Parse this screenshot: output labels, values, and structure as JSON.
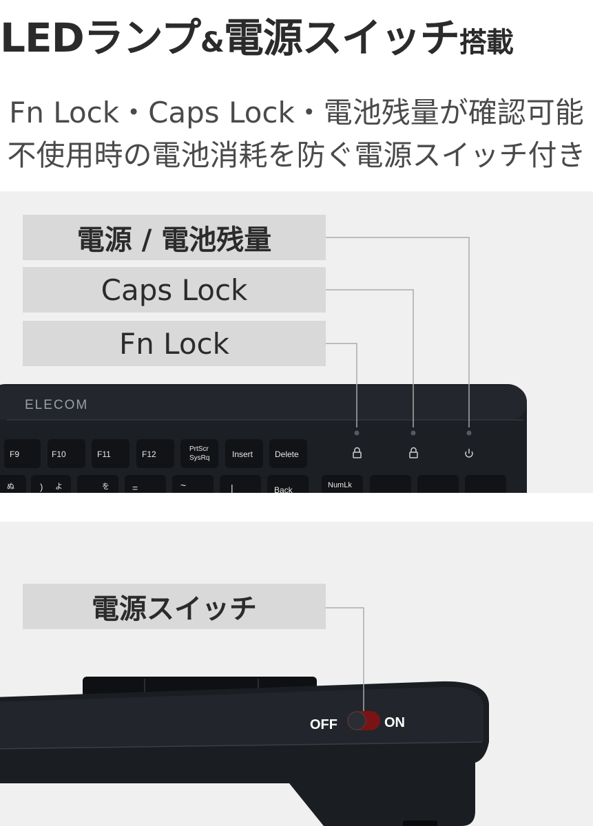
{
  "heading": {
    "part1": "LEDランプ",
    "amp": "&",
    "part2": "電源スイッチ",
    "part3": "搭載"
  },
  "subtitle": {
    "line1": "Fn Lock・Caps Lock・電池残量が確認可能",
    "line2": "不使用時の電池消耗を防ぐ電源スイッチ付き"
  },
  "callouts": {
    "power_battery": "電源 / 電池残量",
    "caps_lock": "Caps Lock",
    "fn_lock": "Fn Lock",
    "power_switch": "電源スイッチ"
  },
  "keyboard": {
    "brand": "ELECOM",
    "keys": [
      "F9",
      "F10",
      "F11",
      "F12",
      "PrtScr",
      "SysRq",
      "Insert",
      "Delete",
      "NumLk",
      "Back"
    ],
    "row2_glyphs": [
      "ぬ",
      ")",
      "よ",
      "を",
      "=",
      "~",
      "|"
    ],
    "switch_off": "OFF",
    "switch_on": "ON"
  },
  "colors": {
    "panel_bg": "#f0f0f0",
    "label_bg": "#d9d9d9",
    "keyboard_body": "#1c1f24",
    "key_face": "#111316",
    "key_text": "#e8e8e8",
    "leader_line": "#aaaaaa",
    "switch_red": "#7a1414"
  }
}
